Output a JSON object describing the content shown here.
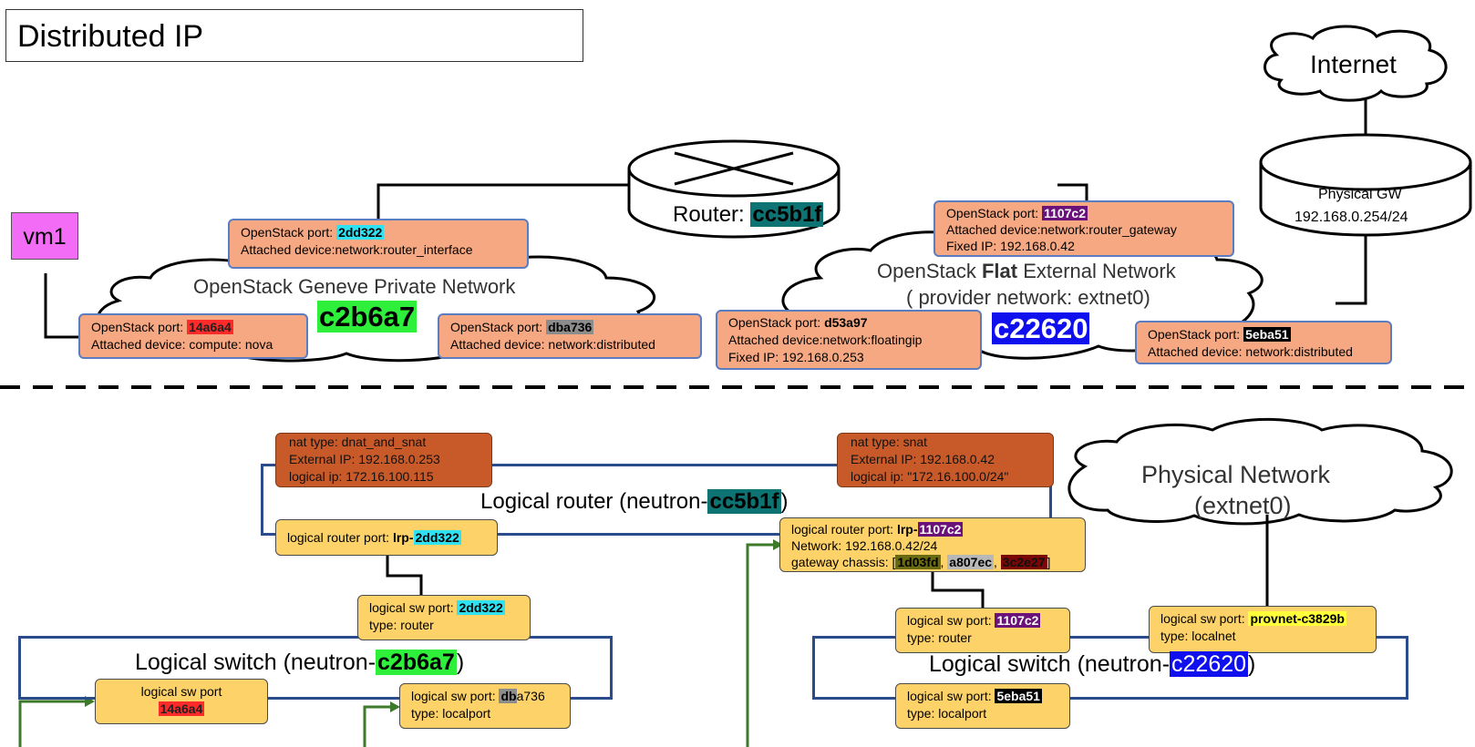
{
  "title": "Distributed IP",
  "vm": "vm1",
  "internet": "Internet",
  "physical_gw": {
    "name": "Physical GW",
    "ip": "192.168.0.254/24"
  },
  "router": {
    "prefix": "Router: ",
    "id": "cc5b1f"
  },
  "private_net": {
    "label": "OpenStack Geneve Private Network",
    "id": "c2b6a7"
  },
  "external_net": {
    "label_pre": "OpenStack ",
    "label_bold": "Flat",
    "label_post": " External Network",
    "label2": "( provider network: extnet0)",
    "id": "c22620"
  },
  "ports": {
    "p2dd322": {
      "l1": "OpenStack port: ",
      "id": "2dd322",
      "l2": "Attached device:network:router_interface"
    },
    "p14a6a4": {
      "l1": "OpenStack port: ",
      "id": "14a6a4",
      "l2": "Attached device: compute: nova"
    },
    "pdba736": {
      "l1": "OpenStack port: ",
      "id": "dba736",
      "l2pre": "Attached device: ",
      "l2": "network:distributed"
    },
    "p1107c2": {
      "l1": "OpenStack port: ",
      "id": "1107c2",
      "l2": "Attached device:network:router_gateway",
      "l3": "Fixed IP: 192.168.0.42"
    },
    "pd53a97": {
      "l1": "OpenStack port: ",
      "id": "d53a97",
      "l2": "Attached device:network:floatingip",
      "l3": "Fixed IP: 192.168.0.253"
    },
    "p5eba51": {
      "l1": "OpenStack port: ",
      "id": "5eba51",
      "l2pre": "Attached device: ",
      "l2": "network:distributed"
    }
  },
  "nat1": {
    "l1": "nat type: dnat_and_snat",
    "l2": "External IP: 192.168.0.253",
    "l3": "logical ip: 172.16.100.115"
  },
  "nat2": {
    "l1": "nat type: snat",
    "l2": "External IP: 192.168.0.42",
    "l3": "logical ip: \"172.16.100.0/24\""
  },
  "logical_router": {
    "pre": "Logical router (neutron-",
    "id": "cc5b1f",
    "post": ")"
  },
  "lrp_2dd322": {
    "pre": "logical router port: ",
    "bold": "lrp-",
    "id": "2dd322"
  },
  "lrp_1107c2": {
    "pre": "logical router port: ",
    "bold": "lrp-",
    "id": "1107c2",
    "l2": "Network: 192.168.0.42/24",
    "l3pre": "gateway chassis: [",
    "ch1": "1d03fd",
    "sep1": ", ",
    "ch2": "a807ec",
    "sep2": ", ",
    "ch3": "3c2e27",
    "l3post": "]"
  },
  "physical_network": {
    "l1": "Physical Network",
    "l2": "(extnet0)"
  },
  "lsp_2dd322": {
    "pre": "logical sw port: ",
    "id": "2dd322",
    "l2": "type: router"
  },
  "lsp_1107c2": {
    "pre": "logical sw port: ",
    "id": "1107c2",
    "l2": "type: router"
  },
  "lsp_provnet": {
    "pre": "logical sw port: ",
    "id": "provnet-c3829b",
    "l2": "type: localnet"
  },
  "ls1": {
    "pre": "Logical switch (neutron-",
    "id": "c2b6a7",
    "post": ")"
  },
  "ls2": {
    "pre": "Logical switch (neutron-",
    "id": "c22620",
    "post": ")"
  },
  "lsp_14a6a4": {
    "l1": "logical sw port",
    "id": "14a6a4"
  },
  "lsp_dba736": {
    "pre": "logical sw port: ",
    "id1": "db",
    "id2": "a736",
    "l2": "type: localport"
  },
  "lsp_5eba51": {
    "pre": "logical sw port: ",
    "id": "5eba51",
    "l2": "type: localport"
  }
}
